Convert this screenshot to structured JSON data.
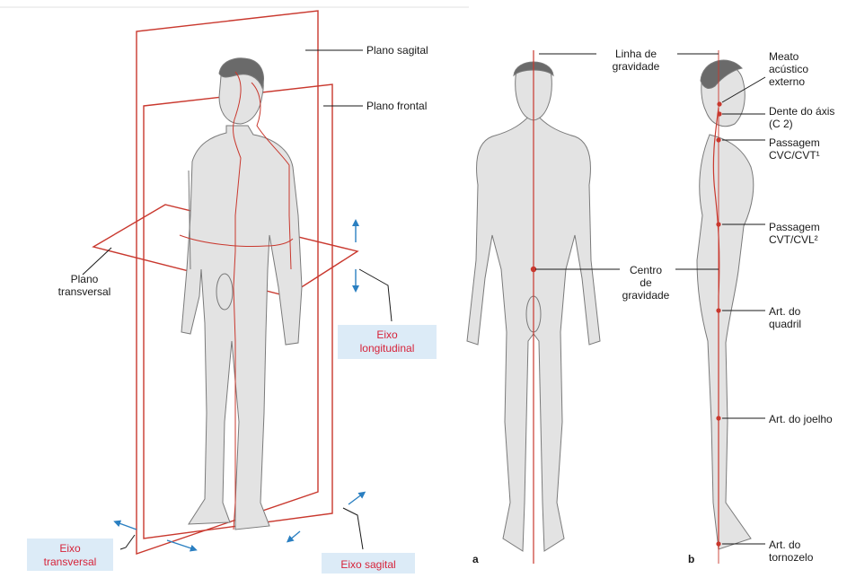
{
  "figure_a": {
    "planes": {
      "sagittal": "Plano sagital",
      "frontal": "Plano frontal",
      "transverse": [
        "Plano",
        "transversal"
      ]
    },
    "axes": {
      "longitudinal": [
        "Eixo",
        "longitudinal"
      ],
      "transverse": [
        "Eixo",
        "transversal"
      ],
      "sagittal": "Eixo sagital"
    }
  },
  "figure_b": {
    "panel_a": {
      "letter": "a",
      "gravity_line": [
        "Linha de",
        "gravidade"
      ],
      "center_of_gravity": [
        "Centro",
        "de",
        "gravidade"
      ]
    },
    "panel_b": {
      "letter": "b",
      "meatus": [
        "Meato",
        "acústico",
        "externo"
      ],
      "dens": [
        "Dente do áxis",
        "(C 2)"
      ],
      "cervicothoracic": [
        "Passagem",
        "CVC/CVT¹"
      ],
      "thoracolumbar": [
        "Passagem",
        "CVT/CVL²"
      ],
      "hip": [
        "Art. do",
        "quadril"
      ],
      "knee": "Art. do joelho",
      "ankle": [
        "Art. do",
        "tornozelo"
      ]
    }
  },
  "colors": {
    "plane_line": "#c9382e",
    "axis_arrow": "#2a7fc1",
    "box_fill": "#dcebf7",
    "box_text": "#d6233a",
    "body_fill": "#e3e3e3",
    "body_stroke": "#7a7a7a"
  }
}
